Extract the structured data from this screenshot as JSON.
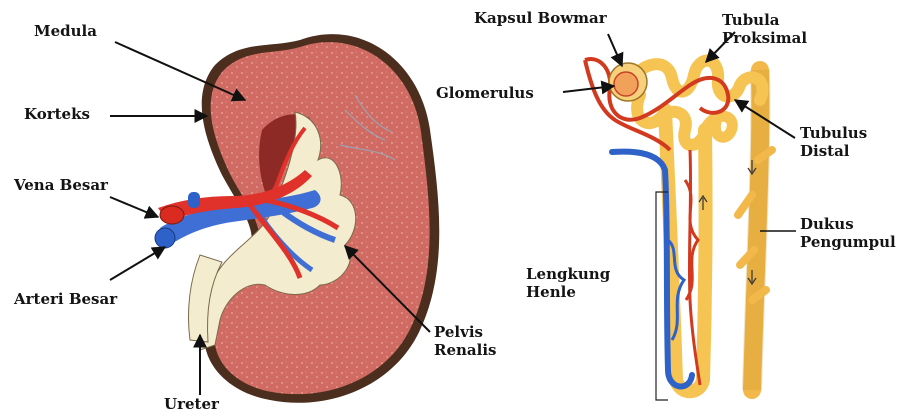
{
  "kidney": {
    "labels": {
      "medula": "Medula",
      "korteks": "Korteks",
      "vena_besar": "Vena Besar",
      "arteri_besar": "Arteri Besar",
      "ureter": "Ureter",
      "pelvis_renalis": "Pelvis\nRenalis"
    }
  },
  "nephron": {
    "labels": {
      "kapsul_bowman": "Kapsul Bowmar",
      "glomerulus": "Glomerulus",
      "tubula_proksimal": "Tubula\nProksimal",
      "tubulus_distal": "Tubulus\nDistal",
      "dukus_pengumpul": "Dukus\nPengumpul",
      "lengkung_henle": "Lengkung\nHenle"
    }
  },
  "colors": {
    "cortex": "#c95f57",
    "capsule": "#5a3a26",
    "artery": "#d92b1f",
    "vein": "#2f62c8",
    "pelvis": "#f3ecce",
    "tubule": "#f6c453"
  }
}
